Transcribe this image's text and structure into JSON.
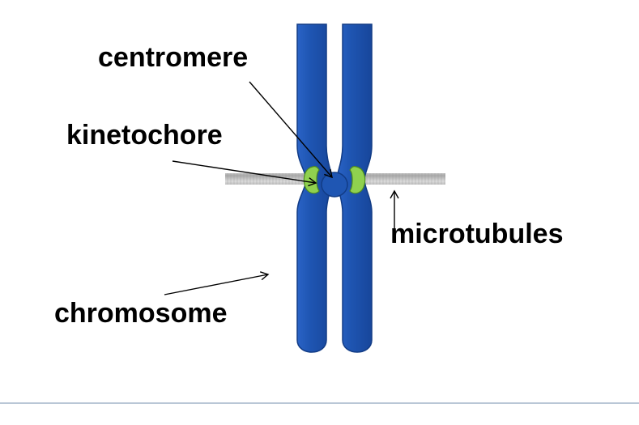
{
  "diagram": {
    "labels": {
      "centromere": "centromere",
      "kinetochore": "kinetochore",
      "microtubules": "microtubules",
      "chromosome": "chromosome"
    },
    "colors": {
      "chromatid": "#1f56b3",
      "chromatid_edge": "#123c86",
      "kinetochore": "#8fd14f",
      "microtubule": "#a9a9a9",
      "arrow": "#000000",
      "footer_rule": "#b9c7d6"
    }
  }
}
